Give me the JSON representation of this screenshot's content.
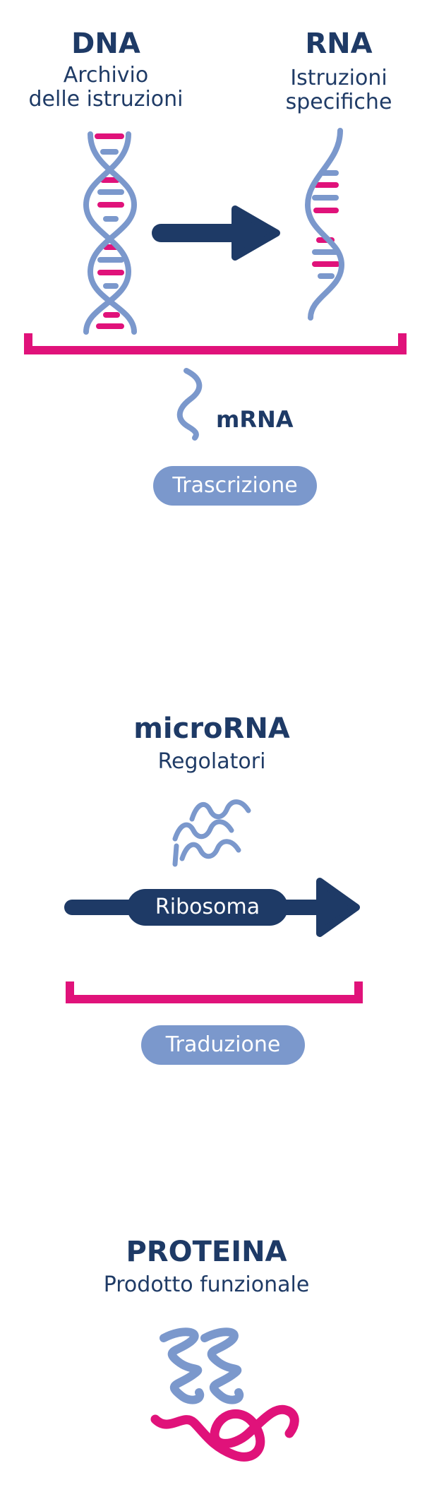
{
  "colors": {
    "navy": "#1e3a66",
    "magenta": "#e0127a",
    "light_blue": "#7b98cc",
    "pill_text": "#ffffff"
  },
  "section1": {
    "dna_title": "DNA",
    "dna_subtitle_line1": "Archivio",
    "dna_subtitle_line2": "delle istruzioni",
    "rna_title": "RNA",
    "rna_subtitle_line1": "Istruzioni",
    "rna_subtitle_line2": "specifiche",
    "mrna_label": "mRNA",
    "step_label": "Trascrizione",
    "icons": [
      "dna-helix-icon",
      "arrow-right-icon",
      "rna-strand-icon",
      "mrna-squiggle-icon"
    ]
  },
  "section2": {
    "title": "microRNA",
    "subtitle": "Regolatori",
    "ribosome_label": "Ribosoma",
    "step_label": "Traduzione",
    "icons": [
      "microrna-waves-icon",
      "ribosome-arrow-icon"
    ]
  },
  "section3": {
    "title": "PROTEINA",
    "subtitle": "Prodotto funzionale",
    "icons": [
      "protein-coil-icon"
    ]
  }
}
